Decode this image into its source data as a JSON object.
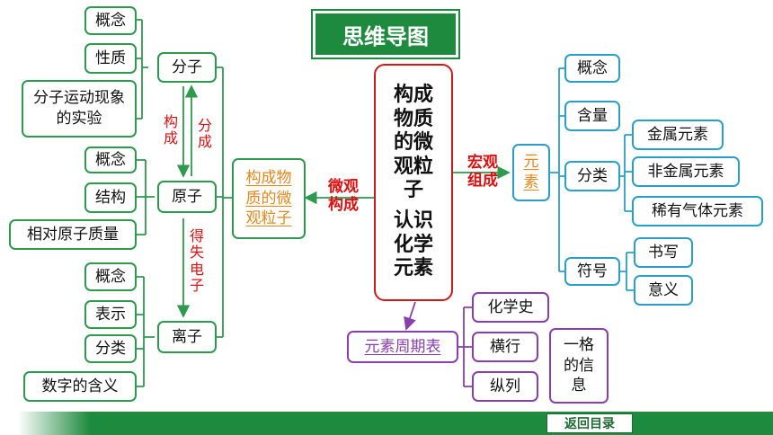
{
  "title": "思维导图",
  "center": {
    "line1": "构成",
    "line2": "物质",
    "line3": "的微",
    "line4": "观粒",
    "line5": "子",
    "line6": "认识",
    "line7": "化学",
    "line8": "元素"
  },
  "left": {
    "relation_line1": "微观",
    "relation_line2": "构成",
    "main_line1": "构成物",
    "main_line2": "质的微",
    "main_line3": "观粒子",
    "molecule": "分子",
    "atom": "原子",
    "ion": "离子",
    "arrow_compose": "构成",
    "arrow_divide": "分成",
    "arrow_gain_lose": "得失电子",
    "molecule_items": [
      "概念",
      "性质",
      "分子运动现象的实验"
    ],
    "atom_items": [
      "概念",
      "结构",
      "相对原子质量"
    ],
    "ion_items": [
      "概念",
      "表示",
      "分类",
      "数字的含义"
    ]
  },
  "right": {
    "relation_line1": "宏观",
    "relation_line2": "组成",
    "element_line1": "元",
    "element_line2": "素",
    "concept": "概念",
    "content": "含量",
    "classification": "分类",
    "class_items": [
      "金属元素",
      "非金属元素",
      "稀有气体元素"
    ],
    "symbol": "符号",
    "symbol_items": [
      "书写",
      "意义"
    ]
  },
  "periodic": {
    "label": "元素周期表",
    "items": [
      "化学史",
      "横行",
      "纵列"
    ],
    "cell_info": "一格的信息"
  },
  "footer": {
    "back_button": "返回目录"
  }
}
